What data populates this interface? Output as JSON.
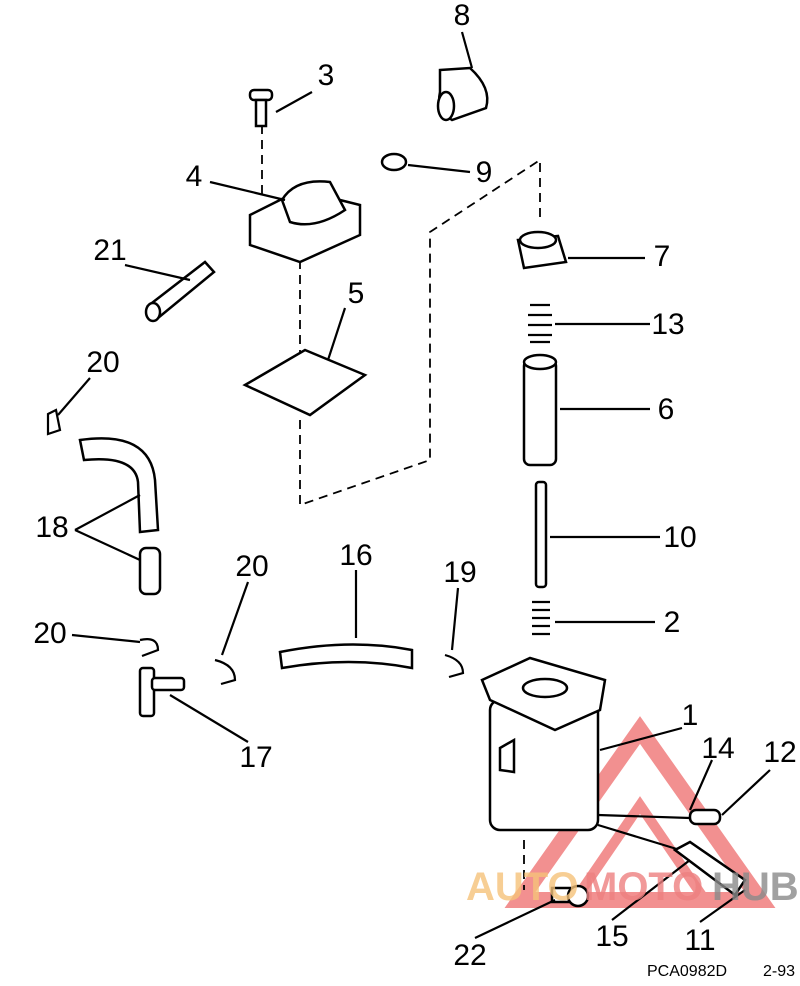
{
  "diagram": {
    "callouts": [
      "8",
      "3",
      "9",
      "4",
      "21",
      "7",
      "5",
      "13",
      "20",
      "6",
      "18",
      "10",
      "16",
      "20",
      "19",
      "20",
      "2",
      "1",
      "14",
      "12",
      "17",
      "15",
      "11",
      "22"
    ],
    "figure_code": "PCA0982D",
    "date_code": "2-93"
  },
  "watermark": {
    "part1": "AUTO",
    "part2": "MOTO",
    "part3": "HUB"
  },
  "colors": {
    "watermark_orange": "#f6c27a",
    "watermark_red": "#ee8080",
    "watermark_gray": "#8a8a8a"
  }
}
